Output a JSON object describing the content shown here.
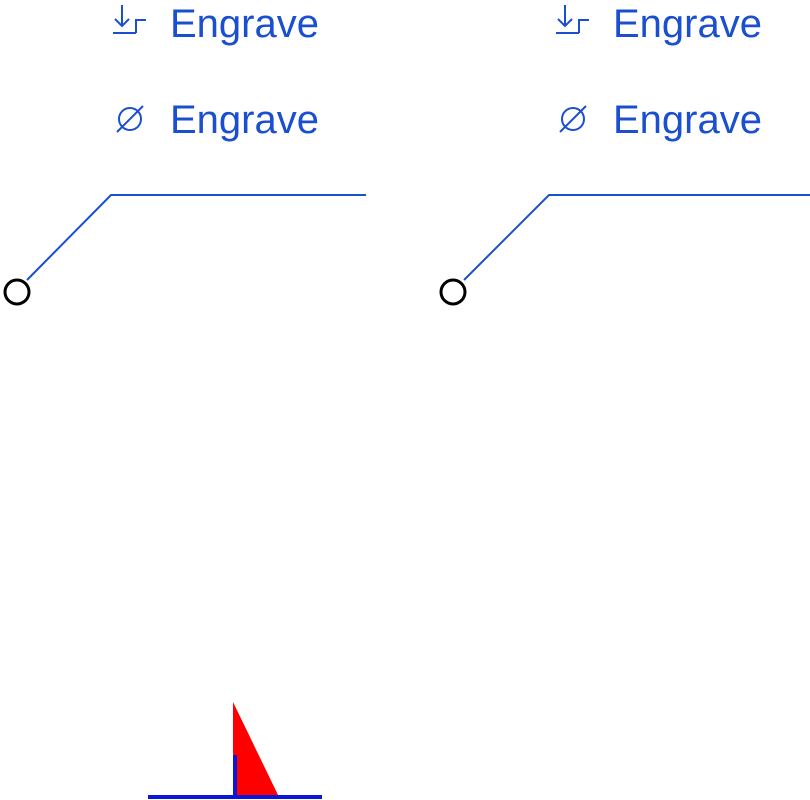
{
  "colors": {
    "annotation_blue": "#1a4fd0",
    "marker_outline": "#000000",
    "base_line_blue": "#0a16d8",
    "flag_red": "#ff0000"
  },
  "annotations": [
    {
      "rows": [
        {
          "icon": "counterbore-icon",
          "label": "Engrave"
        },
        {
          "icon": "diameter-icon",
          "label": "Engrave"
        }
      ]
    },
    {
      "rows": [
        {
          "icon": "counterbore-icon",
          "label": "Engrave"
        },
        {
          "icon": "diameter-icon",
          "label": "Engrave"
        }
      ]
    }
  ],
  "weld_symbol": {
    "icon": "weld-flag-icon"
  }
}
